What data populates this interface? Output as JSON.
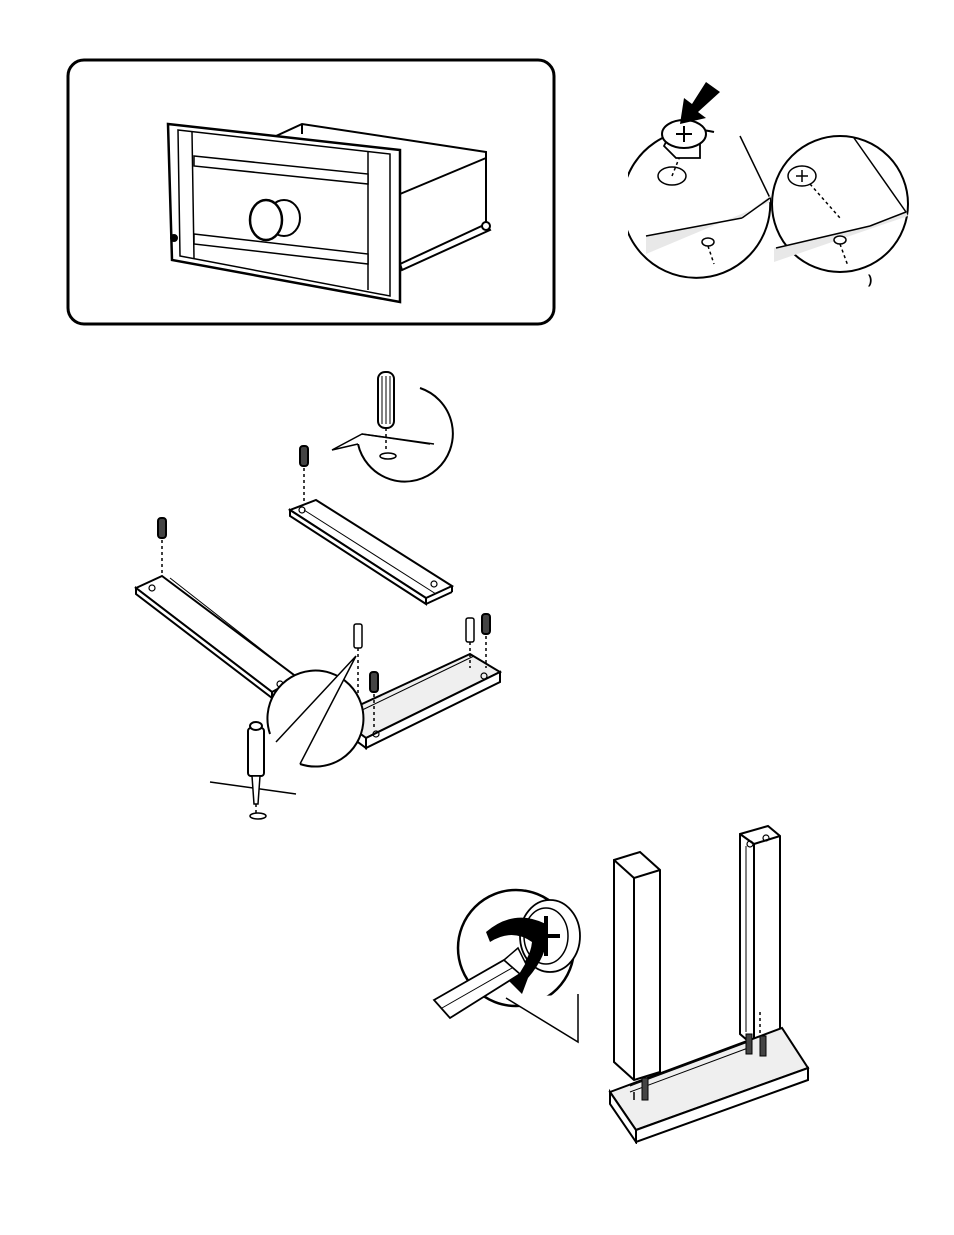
{
  "page": {
    "mark": ")"
  },
  "figures": {
    "finished_drawer": {
      "icon": "finished-drawer-illustration"
    },
    "cam_lock_insert": {
      "icon": "cam-lock-insert-illustration"
    },
    "dowel_panels": {
      "icon": "dowel-and-screw-panels-illustration"
    },
    "panel_assembly": {
      "icon": "screwdriver-cam-tightening-illustration"
    }
  }
}
